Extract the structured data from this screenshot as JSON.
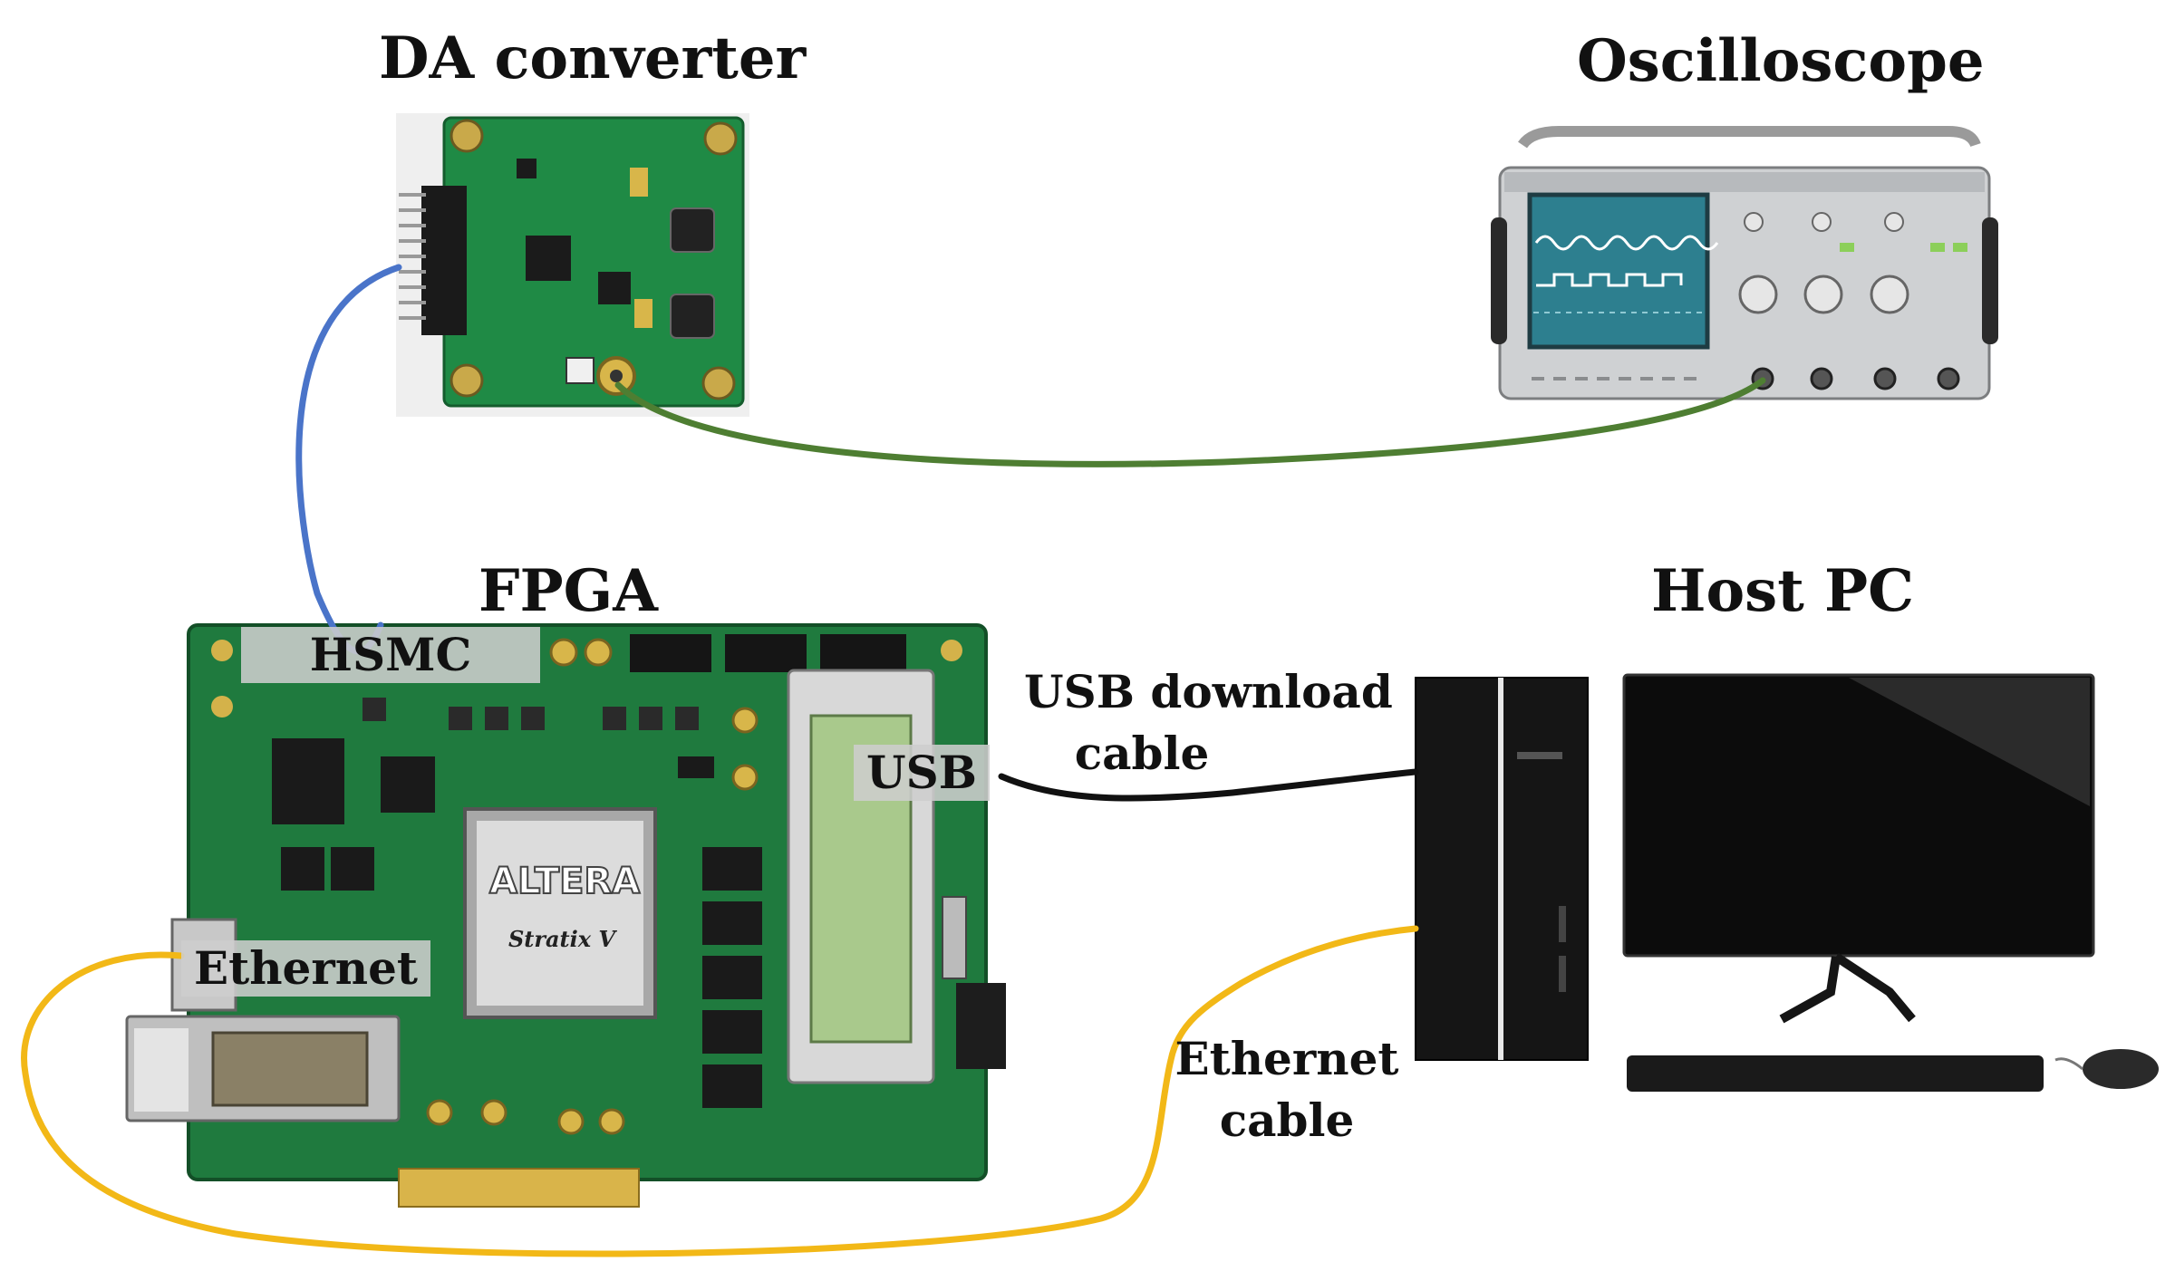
{
  "titles": {
    "da": "DA converter",
    "oscilloscope": "Oscilloscope",
    "fpga": "FPGA",
    "host": "Host PC"
  },
  "ports": {
    "hsmc": "HSMC",
    "usb": "USB",
    "ethernet": "Ethernet"
  },
  "cables": {
    "usb_line1": "USB download",
    "usb_line2": "cable",
    "eth_line1": "Ethernet",
    "eth_line2": "cable"
  },
  "chip": {
    "brand": "ALTERA",
    "family": "Stratix V"
  },
  "colors": {
    "usb_cable": "#111111",
    "hsmc_cable": "#4a74c9",
    "scope_cable": "#4e7e32",
    "ethernet_cable": "#f2b817",
    "pcb": "#1f7a3e"
  }
}
